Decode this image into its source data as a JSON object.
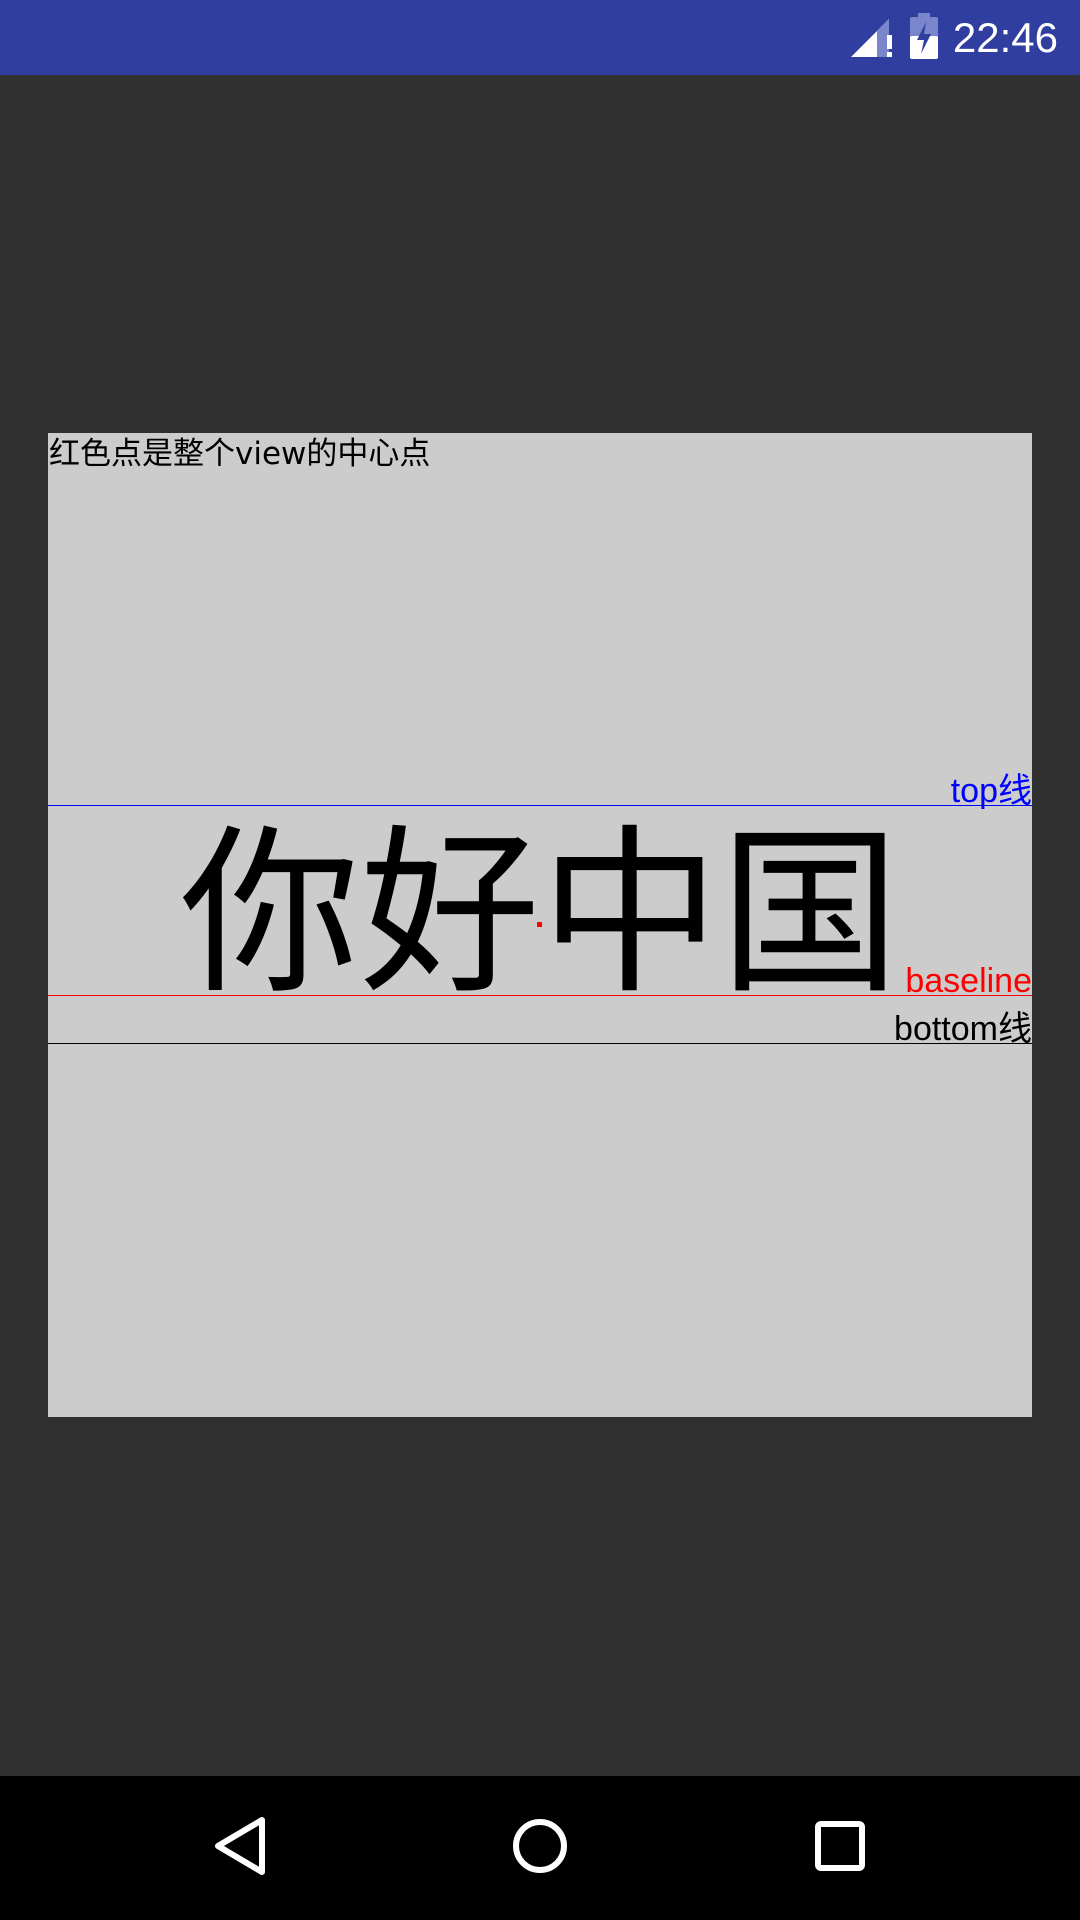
{
  "status_bar": {
    "time": "22:46",
    "icons": [
      "signal-alert-icon",
      "battery-charging-icon"
    ],
    "color": "#303f9f"
  },
  "view": {
    "caption": "红色点是整个view的中心点",
    "main_text": "你好中国",
    "background": "#cccccc",
    "center_dot_color": "#ff0000",
    "lines": {
      "top": {
        "label": "top线",
        "color": "#0000ff"
      },
      "baseline": {
        "label": "baseline",
        "color": "#ff0000"
      },
      "bottom": {
        "label": "bottom线",
        "color": "#000000"
      }
    }
  },
  "nav_bar": {
    "buttons": [
      "back-icon",
      "home-icon",
      "recents-icon"
    ]
  }
}
